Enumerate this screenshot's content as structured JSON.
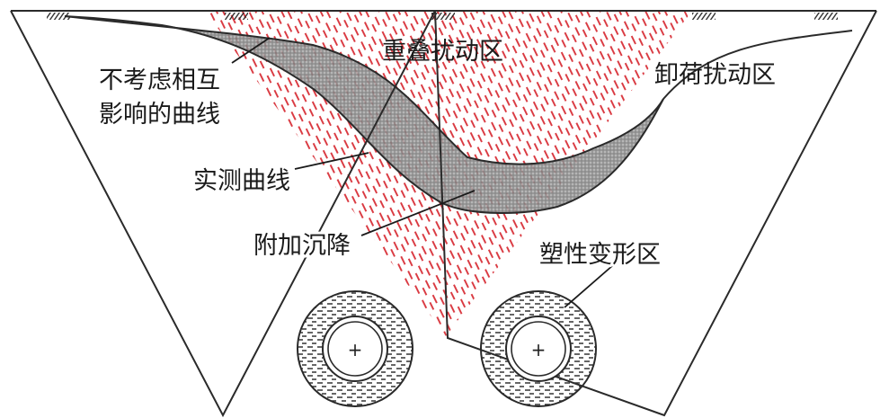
{
  "labels": {
    "overlap_zone": "重叠扰动区",
    "unloading_zone": "卸荷扰动区",
    "curve_no_interaction_line1": "不考虑相互",
    "curve_no_interaction_line2": "影响的曲线",
    "measured_curve": "实测曲线",
    "additional_settlement": "附加沉降",
    "plastic_zone": "塑性变形区"
  },
  "colors": {
    "hatch_red": "#d9363e",
    "outline": "#2a2a2a",
    "settlement_fill": "#9a9a9a",
    "background": "#ffffff"
  },
  "icons": {
    "tunnel_center_mark": "+"
  }
}
